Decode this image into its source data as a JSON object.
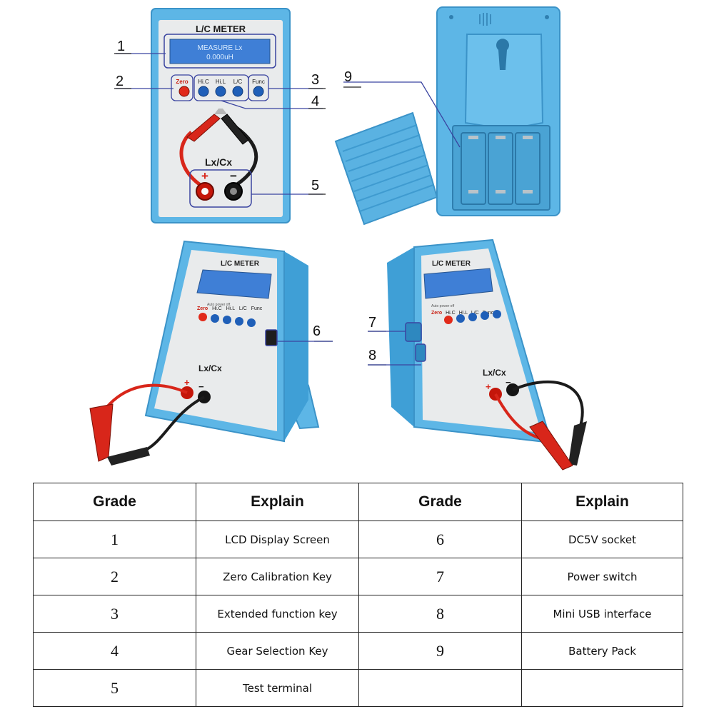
{
  "device": {
    "title": "L/C METER",
    "lcd_line1": "MEASURE Lx",
    "lcd_line2": "0.000uH",
    "keys": [
      "Zero",
      "Hi.C",
      "Hi.L",
      "L/C",
      "Func"
    ],
    "terminal_label": "Lx/Cx",
    "plus": "+",
    "minus": "−",
    "small_print": "Auto power off"
  },
  "callouts": [
    "1",
    "2",
    "3",
    "4",
    "5",
    "6",
    "7",
    "8",
    "9"
  ],
  "colors": {
    "case_blue": "#5db6e6",
    "case_dark": "#3b93c8",
    "panel": "#e9ebec",
    "lcd": "#3f7fd6",
    "lcd_text": "#d9ecff",
    "highlight": "#3a44a0",
    "key_blue": "#1f5fb8",
    "key_red": "#e12a1a"
  },
  "table": {
    "headers": [
      "Grade",
      "Explain",
      "Grade",
      "Explain"
    ],
    "rows": [
      {
        "g1": "1",
        "e1": "LCD Display Screen",
        "g2": "6",
        "e2": "DC5V socket"
      },
      {
        "g1": "2",
        "e1": "Zero Calibration Key",
        "g2": "7",
        "e2": "Power switch"
      },
      {
        "g1": "3",
        "e1": "Extended function key",
        "g2": "8",
        "e2": "Mini USB interface"
      },
      {
        "g1": "4",
        "e1": "Gear Selection Key",
        "g2": "9",
        "e2": "Battery Pack"
      },
      {
        "g1": "5",
        "e1": "Test terminal",
        "g2": "",
        "e2": ""
      }
    ]
  }
}
